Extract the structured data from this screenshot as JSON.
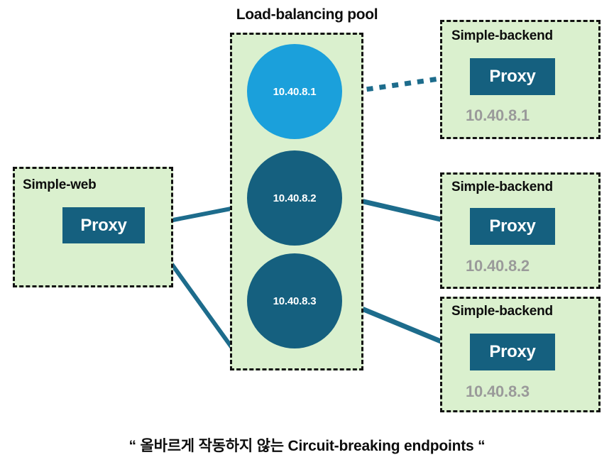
{
  "diagram": {
    "pool_heading": "Load-balancing pool",
    "bottom_caption": "“ 올바르게 작동하지 않는 Circuit-breaking endpoints “",
    "colors": {
      "group_fill": "#daf0ce",
      "group_border": "#111111",
      "proxy_fill": "#15607f",
      "proxy_text": "#ffffff",
      "circle_active": "#15607f",
      "circle_broken": "#1ba0db",
      "ip_caption_text": "#9a9a9a",
      "connector": "#1d6c8c",
      "background": "#ffffff"
    }
  },
  "source": {
    "title": "Simple-web",
    "proxy_label": "Proxy"
  },
  "pool": {
    "title": "Load-balancing pool",
    "endpoints": [
      {
        "ip": "10.40.8.1",
        "state": "broken",
        "color": "#1ba0db"
      },
      {
        "ip": "10.40.8.2",
        "state": "healthy",
        "color": "#15607f"
      },
      {
        "ip": "10.40.8.3",
        "state": "healthy",
        "color": "#15607f"
      }
    ]
  },
  "backends": [
    {
      "title": "Simple-backend",
      "proxy_label": "Proxy",
      "ip": "10.40.8.1"
    },
    {
      "title": "Simple-backend",
      "proxy_label": "Proxy",
      "ip": "10.40.8.2"
    },
    {
      "title": "Simple-backend",
      "proxy_label": "Proxy",
      "ip": "10.40.8.3"
    }
  ]
}
